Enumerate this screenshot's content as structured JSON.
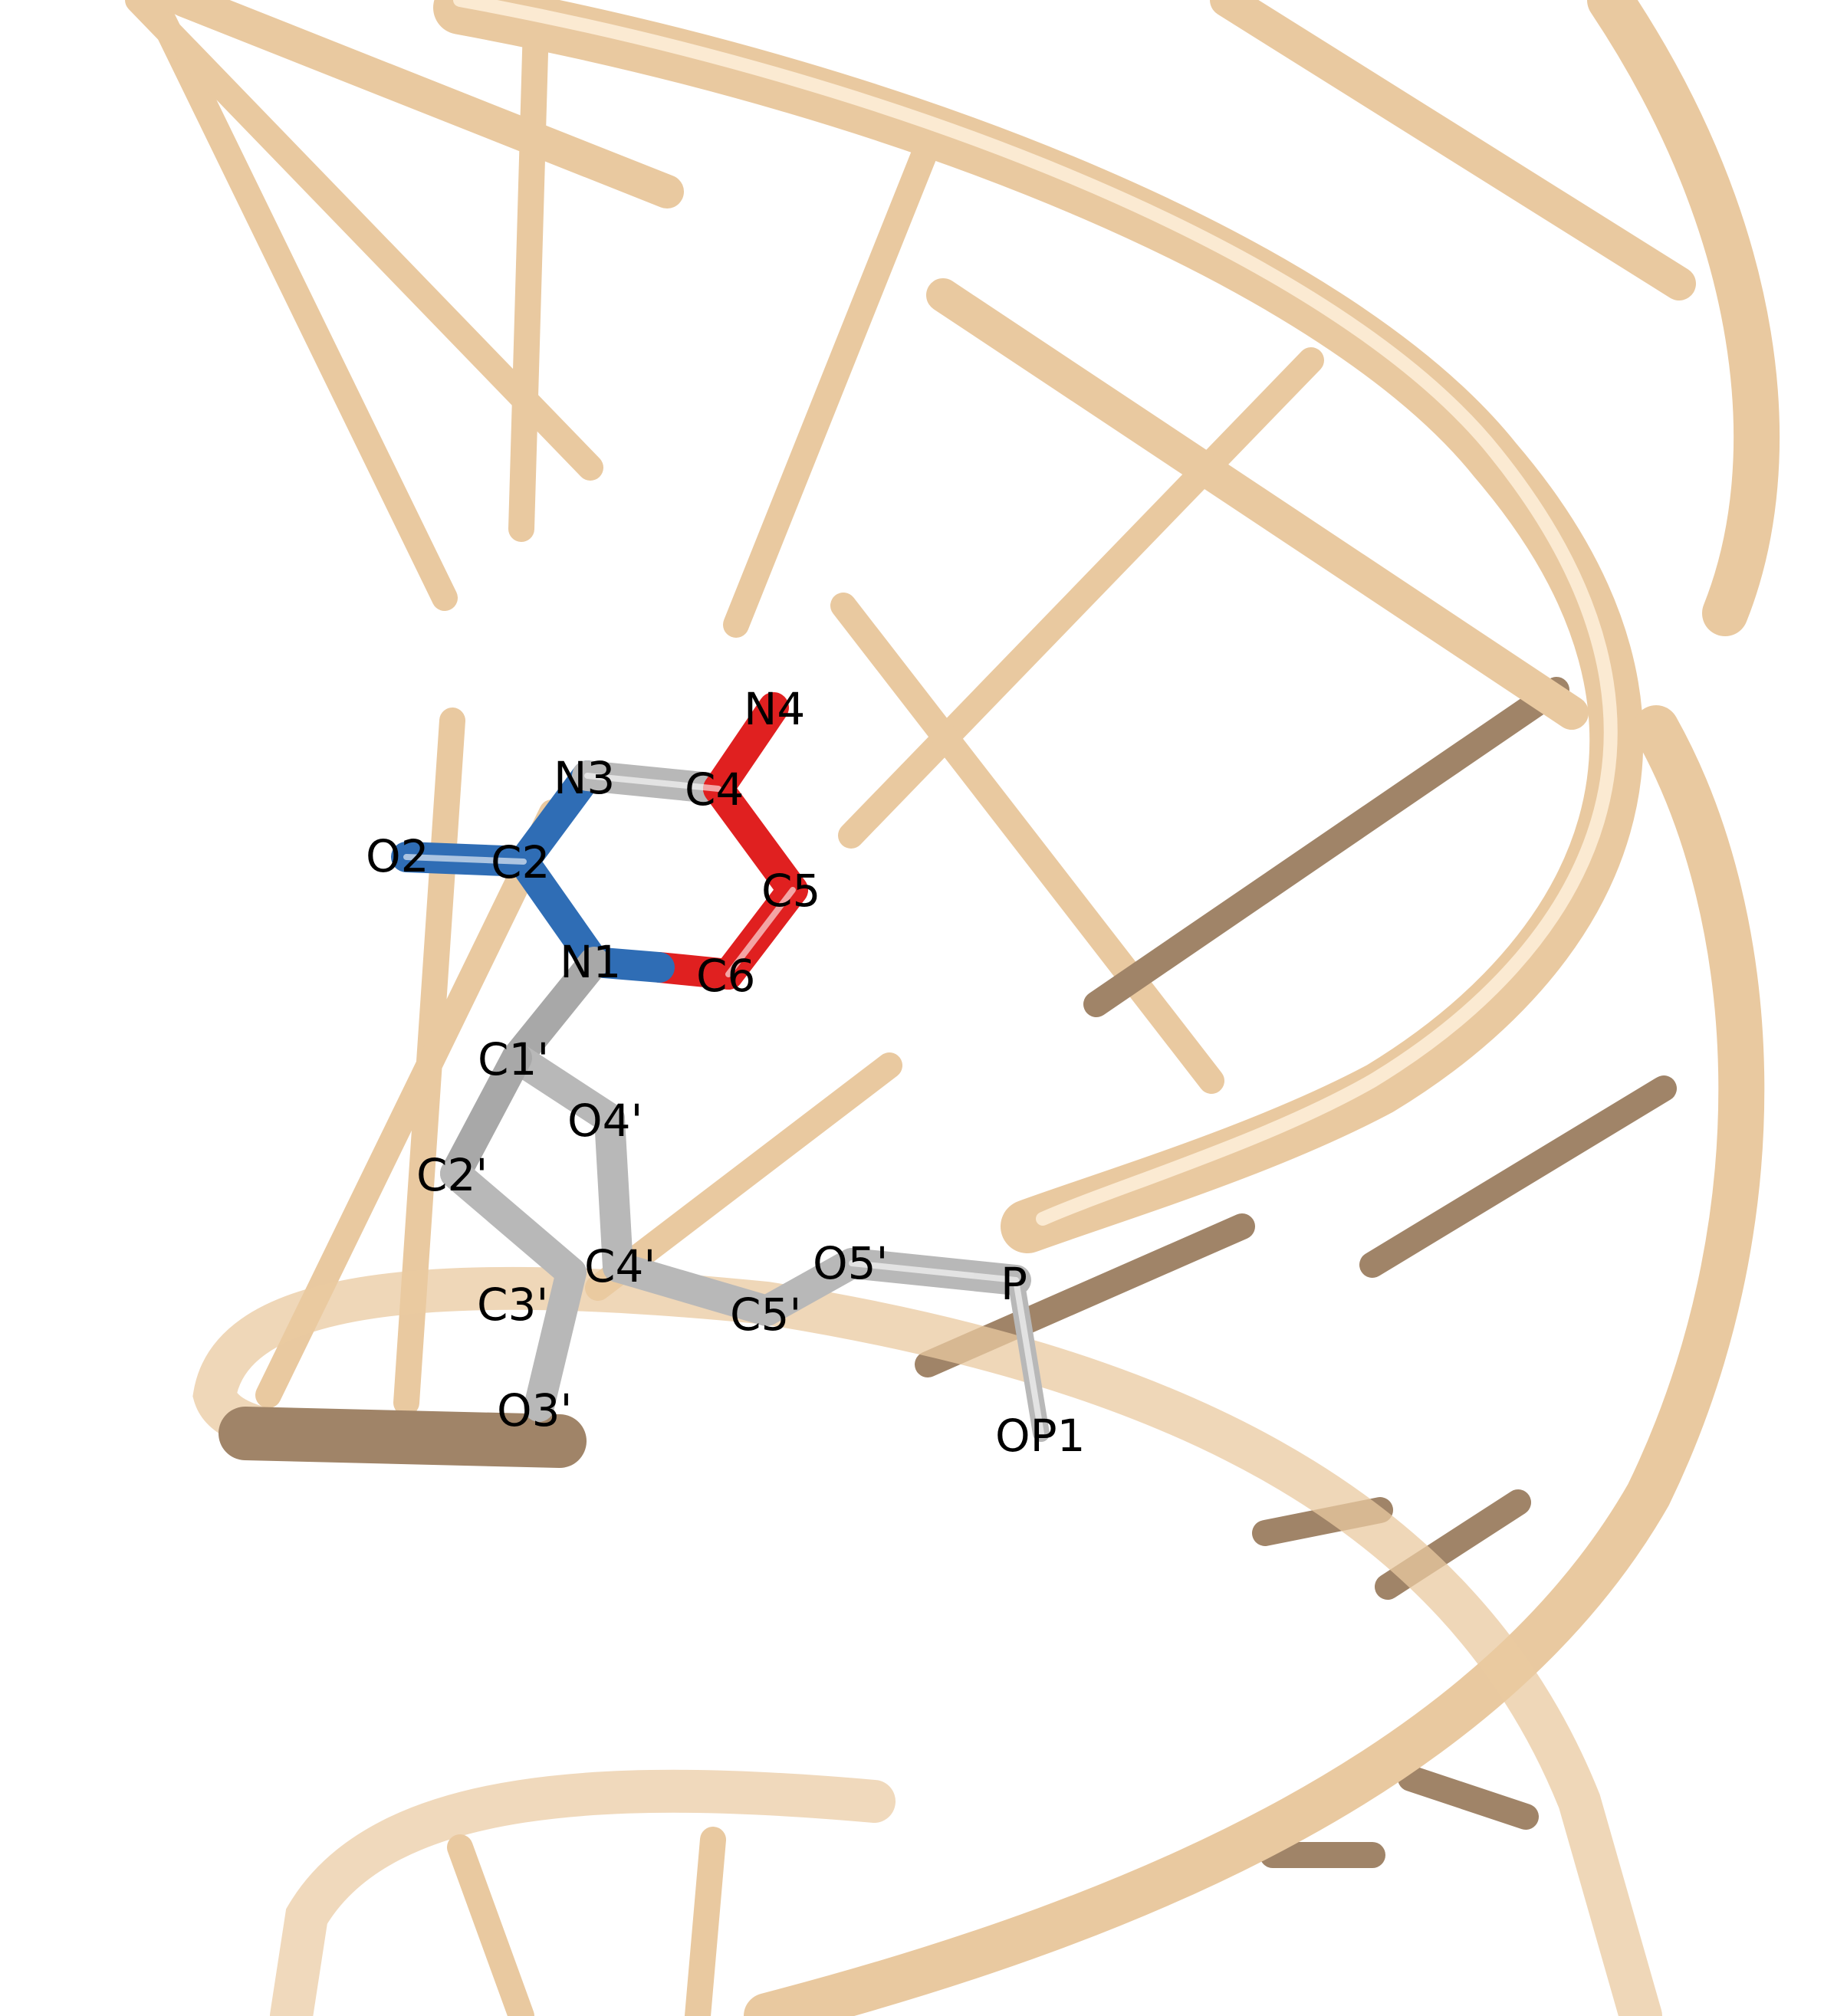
{
  "viewer": {
    "colors": {
      "cartoon": "#e9c9a0",
      "carbon": "#b8b8b8",
      "nitrogen": "#2f6db5",
      "oxygen": "#e02020",
      "highlight": "#ffffff"
    },
    "atom_labels": {
      "N4": "N4",
      "C4": "C4",
      "N3": "N3",
      "C2": "C2",
      "O2": "O2",
      "C5": "C5",
      "N1": "N1",
      "C6": "C6",
      "C1p": "C1'",
      "O4p": "O4'",
      "C2p": "C2'",
      "C3p": "C3'",
      "C4p": "C4'",
      "C5p": "C5'",
      "O5p": "O5'",
      "P": "P",
      "O3p": "O3'",
      "OP1": "OP1"
    }
  }
}
